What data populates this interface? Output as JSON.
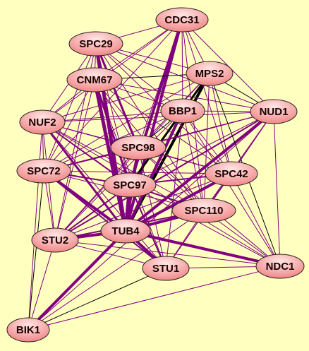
{
  "colors": {
    "background": "#FFFFC0",
    "node_fill_light": "#FFE6E6",
    "node_fill_dark": "#F08080",
    "node_stroke": "#202020",
    "edge_purple": "#800080",
    "edge_black": "#000000"
  },
  "nodes": [
    {
      "id": "CDC31",
      "label": "CDC31"
    },
    {
      "id": "SPC29",
      "label": "SPC29"
    },
    {
      "id": "CNM67",
      "label": "CNM67"
    },
    {
      "id": "MPS2",
      "label": "MPS2"
    },
    {
      "id": "BBP1",
      "label": "BBP1"
    },
    {
      "id": "NUD1",
      "label": "NUD1"
    },
    {
      "id": "NUF2",
      "label": "NUF2"
    },
    {
      "id": "SPC98",
      "label": "SPC98"
    },
    {
      "id": "SPC72",
      "label": "SPC72"
    },
    {
      "id": "SPC42",
      "label": "SPC42"
    },
    {
      "id": "SPC97",
      "label": "SPC97"
    },
    {
      "id": "SPC110",
      "label": "SPC110"
    },
    {
      "id": "STU2",
      "label": "STU2"
    },
    {
      "id": "TUB4",
      "label": "TUB4"
    },
    {
      "id": "STU1",
      "label": "STU1"
    },
    {
      "id": "NDC1",
      "label": "NDC1"
    },
    {
      "id": "BIK1",
      "label": "BIK1"
    }
  ],
  "edges": [
    {
      "source": "TUB4",
      "target": "SPC29",
      "weight": 5,
      "color": "purple"
    },
    {
      "source": "TUB4",
      "target": "CNM67",
      "weight": 5,
      "color": "purple"
    },
    {
      "source": "TUB4",
      "target": "CDC31",
      "weight": 4,
      "color": "purple"
    },
    {
      "source": "TUB4",
      "target": "MPS2",
      "weight": 4,
      "color": "black"
    },
    {
      "source": "TUB4",
      "target": "BBP1",
      "weight": 4,
      "color": "purple"
    },
    {
      "source": "TUB4",
      "target": "NUD1",
      "weight": 4,
      "color": "purple"
    },
    {
      "source": "TUB4",
      "target": "NUF2",
      "weight": 3,
      "color": "purple"
    },
    {
      "source": "TUB4",
      "target": "SPC98",
      "weight": 4,
      "color": "purple"
    },
    {
      "source": "TUB4",
      "target": "SPC72",
      "weight": 4,
      "color": "purple"
    },
    {
      "source": "TUB4",
      "target": "SPC42",
      "weight": 4,
      "color": "purple"
    },
    {
      "source": "TUB4",
      "target": "SPC97",
      "weight": 5,
      "color": "purple"
    },
    {
      "source": "TUB4",
      "target": "SPC110",
      "weight": 4,
      "color": "purple"
    },
    {
      "source": "TUB4",
      "target": "STU2",
      "weight": 4,
      "color": "purple"
    },
    {
      "source": "TUB4",
      "target": "STU1",
      "weight": 4,
      "color": "purple"
    },
    {
      "source": "TUB4",
      "target": "NDC1",
      "weight": 4,
      "color": "purple"
    },
    {
      "source": "TUB4",
      "target": "BIK1",
      "weight": 4,
      "color": "purple"
    },
    {
      "source": "CDC31",
      "target": "SPC97",
      "weight": 4,
      "color": "purple"
    },
    {
      "source": "SPC29",
      "target": "SPC98",
      "weight": 3,
      "color": "purple"
    },
    {
      "source": "CNM67",
      "target": "SPC97",
      "weight": 3,
      "color": "purple"
    },
    {
      "source": "MPS2",
      "target": "SPC97",
      "weight": 3,
      "color": "black"
    },
    {
      "source": "NUF2",
      "target": "SPC97",
      "weight": 2,
      "color": "purple"
    },
    {
      "source": "SPC72",
      "target": "SPC97",
      "weight": 2,
      "color": "purple"
    },
    {
      "source": "STU2",
      "target": "SPC97",
      "weight": 2,
      "color": "purple"
    },
    {
      "source": "NUD1",
      "target": "STU2",
      "weight": 2,
      "color": "purple"
    },
    {
      "source": "STU2",
      "target": "SPC110",
      "weight": 2,
      "color": "purple"
    },
    {
      "source": "SPC97",
      "target": "SPC110",
      "weight": 2,
      "color": "purple"
    },
    {
      "source": "SPC97",
      "target": "SPC42",
      "weight": 2,
      "color": "purple"
    },
    {
      "source": "STU1",
      "target": "SPC97",
      "weight": 2,
      "color": "purple"
    },
    {
      "source": "SPC72",
      "target": "SPC98",
      "weight": 2,
      "color": "purple"
    },
    {
      "source": "SPC72",
      "target": "STU1",
      "weight": 2,
      "color": "purple"
    },
    {
      "source": "CDC31",
      "target": "SPC29",
      "weight": 1,
      "color": "purple"
    },
    {
      "source": "CDC31",
      "target": "CNM67",
      "weight": 1,
      "color": "purple"
    },
    {
      "source": "CDC31",
      "target": "MPS2",
      "weight": 1,
      "color": "purple"
    },
    {
      "source": "CDC31",
      "target": "BBP1",
      "weight": 1,
      "color": "purple"
    },
    {
      "source": "CDC31",
      "target": "NUD1",
      "weight": 1,
      "color": "purple"
    },
    {
      "source": "CDC31",
      "target": "NUF2",
      "weight": 1,
      "color": "purple"
    },
    {
      "source": "CDC31",
      "target": "SPC98",
      "weight": 1,
      "color": "purple"
    },
    {
      "source": "CDC31",
      "target": "SPC72",
      "weight": 1,
      "color": "purple"
    },
    {
      "source": "CDC31",
      "target": "SPC42",
      "weight": 1,
      "color": "purple"
    },
    {
      "source": "CDC31",
      "target": "SPC110",
      "weight": 1,
      "color": "purple"
    },
    {
      "source": "SPC29",
      "target": "CNM67",
      "weight": 1,
      "color": "purple"
    },
    {
      "source": "SPC29",
      "target": "MPS2",
      "weight": 1,
      "color": "purple"
    },
    {
      "source": "SPC29",
      "target": "BBP1",
      "weight": 1,
      "color": "purple"
    },
    {
      "source": "SPC29",
      "target": "NUD1",
      "weight": 1,
      "color": "purple"
    },
    {
      "source": "SPC29",
      "target": "NUF2",
      "weight": 1,
      "color": "purple"
    },
    {
      "source": "SPC29",
      "target": "SPC72",
      "weight": 1,
      "color": "purple"
    },
    {
      "source": "SPC29",
      "target": "SPC42",
      "weight": 1,
      "color": "purple"
    },
    {
      "source": "SPC29",
      "target": "SPC97",
      "weight": 1,
      "color": "purple"
    },
    {
      "source": "SPC29",
      "target": "SPC110",
      "weight": 1,
      "color": "purple"
    },
    {
      "source": "SPC29",
      "target": "STU2",
      "weight": 1,
      "color": "purple"
    },
    {
      "source": "CNM67",
      "target": "MPS2",
      "weight": 1,
      "color": "black"
    },
    {
      "source": "CNM67",
      "target": "BBP1",
      "weight": 1,
      "color": "purple"
    },
    {
      "source": "CNM67",
      "target": "NUD1",
      "weight": 1,
      "color": "purple"
    },
    {
      "source": "CNM67",
      "target": "NUF2",
      "weight": 1,
      "color": "purple"
    },
    {
      "source": "CNM67",
      "target": "SPC98",
      "weight": 1,
      "color": "purple"
    },
    {
      "source": "CNM67",
      "target": "SPC72",
      "weight": 1,
      "color": "purple"
    },
    {
      "source": "CNM67",
      "target": "SPC42",
      "weight": 1,
      "color": "purple"
    },
    {
      "source": "CNM67",
      "target": "SPC110",
      "weight": 1,
      "color": "purple"
    },
    {
      "source": "CNM67",
      "target": "STU2",
      "weight": 1,
      "color": "purple"
    },
    {
      "source": "CNM67",
      "target": "STU1",
      "weight": 1,
      "color": "purple"
    },
    {
      "source": "MPS2",
      "target": "BBP1",
      "weight": 1,
      "color": "black"
    },
    {
      "source": "MPS2",
      "target": "NUD1",
      "weight": 1,
      "color": "black"
    },
    {
      "source": "MPS2",
      "target": "SPC98",
      "weight": 1,
      "color": "purple"
    },
    {
      "source": "MPS2",
      "target": "SPC42",
      "weight": 1,
      "color": "purple"
    },
    {
      "source": "MPS2",
      "target": "SPC110",
      "weight": 1,
      "color": "purple"
    },
    {
      "source": "MPS2",
      "target": "SPC72",
      "weight": 1,
      "color": "purple"
    },
    {
      "source": "MPS2",
      "target": "NUF2",
      "weight": 1,
      "color": "purple"
    },
    {
      "source": "MPS2",
      "target": "STU2",
      "weight": 1,
      "color": "purple"
    },
    {
      "source": "MPS2",
      "target": "NDC1",
      "weight": 1,
      "color": "black"
    },
    {
      "source": "BBP1",
      "target": "NUD1",
      "weight": 1,
      "color": "purple"
    },
    {
      "source": "BBP1",
      "target": "NUF2",
      "weight": 1,
      "color": "purple"
    },
    {
      "source": "BBP1",
      "target": "SPC98",
      "weight": 1,
      "color": "black"
    },
    {
      "source": "BBP1",
      "target": "SPC72",
      "weight": 1,
      "color": "purple"
    },
    {
      "source": "BBP1",
      "target": "SPC42",
      "weight": 1,
      "color": "purple"
    },
    {
      "source": "BBP1",
      "target": "SPC97",
      "weight": 1,
      "color": "black"
    },
    {
      "source": "BBP1",
      "target": "SPC110",
      "weight": 1,
      "color": "purple"
    },
    {
      "source": "BBP1",
      "target": "STU2",
      "weight": 1,
      "color": "purple"
    },
    {
      "source": "BBP1",
      "target": "STU1",
      "weight": 1,
      "color": "purple"
    },
    {
      "source": "BBP1",
      "target": "NDC1",
      "weight": 1,
      "color": "purple"
    },
    {
      "source": "NUD1",
      "target": "NUF2",
      "weight": 1,
      "color": "purple"
    },
    {
      "source": "NUD1",
      "target": "SPC98",
      "weight": 1,
      "color": "purple"
    },
    {
      "source": "NUD1",
      "target": "SPC72",
      "weight": 1,
      "color": "purple"
    },
    {
      "source": "NUD1",
      "target": "SPC42",
      "weight": 1,
      "color": "purple"
    },
    {
      "source": "NUD1",
      "target": "SPC97",
      "weight": 1,
      "color": "purple"
    },
    {
      "source": "NUD1",
      "target": "SPC110",
      "weight": 1,
      "color": "purple"
    },
    {
      "source": "NUD1",
      "target": "STU1",
      "weight": 1,
      "color": "purple"
    },
    {
      "source": "NUD1",
      "target": "NDC1",
      "weight": 1,
      "color": "purple"
    },
    {
      "source": "NUF2",
      "target": "SPC98",
      "weight": 1,
      "color": "purple"
    },
    {
      "source": "NUF2",
      "target": "SPC72",
      "weight": 1,
      "color": "purple"
    },
    {
      "source": "NUF2",
      "target": "SPC42",
      "weight": 1,
      "color": "purple"
    },
    {
      "source": "NUF2",
      "target": "SPC110",
      "weight": 1,
      "color": "purple"
    },
    {
      "source": "NUF2",
      "target": "STU2",
      "weight": 1,
      "color": "purple"
    },
    {
      "source": "NUF2",
      "target": "STU1",
      "weight": 1,
      "color": "purple"
    },
    {
      "source": "NUF2",
      "target": "BIK1",
      "weight": 1,
      "color": "purple"
    },
    {
      "source": "SPC98",
      "target": "SPC97",
      "weight": 1,
      "color": "purple"
    },
    {
      "source": "SPC98",
      "target": "SPC42",
      "weight": 1,
      "color": "purple"
    },
    {
      "source": "SPC98",
      "target": "SPC110",
      "weight": 1,
      "color": "purple"
    },
    {
      "source": "SPC98",
      "target": "STU2",
      "weight": 1,
      "color": "purple"
    },
    {
      "source": "SPC98",
      "target": "STU1",
      "weight": 1,
      "color": "purple"
    },
    {
      "source": "SPC98",
      "target": "NDC1",
      "weight": 1,
      "color": "purple"
    },
    {
      "source": "SPC72",
      "target": "SPC42",
      "weight": 1,
      "color": "purple"
    },
    {
      "source": "SPC72",
      "target": "SPC110",
      "weight": 1,
      "color": "purple"
    },
    {
      "source": "SPC72",
      "target": "STU2",
      "weight": 1,
      "color": "purple"
    },
    {
      "source": "SPC72",
      "target": "BIK1",
      "weight": 1,
      "color": "black"
    },
    {
      "source": "SPC42",
      "target": "SPC110",
      "weight": 1,
      "color": "purple"
    },
    {
      "source": "SPC42",
      "target": "STU2",
      "weight": 1,
      "color": "purple"
    },
    {
      "source": "SPC42",
      "target": "STU1",
      "weight": 1,
      "color": "purple"
    },
    {
      "source": "SPC42",
      "target": "NDC1",
      "weight": 1,
      "color": "purple"
    },
    {
      "source": "SPC97",
      "target": "STU2",
      "weight": 1,
      "color": "purple"
    },
    {
      "source": "SPC97",
      "target": "NDC1",
      "weight": 1,
      "color": "purple"
    },
    {
      "source": "SPC110",
      "target": "STU1",
      "weight": 1,
      "color": "purple"
    },
    {
      "source": "SPC110",
      "target": "NDC1",
      "weight": 1,
      "color": "purple"
    },
    {
      "source": "SPC110",
      "target": "BIK1",
      "weight": 1,
      "color": "purple"
    },
    {
      "source": "STU2",
      "target": "STU1",
      "weight": 1,
      "color": "purple"
    },
    {
      "source": "STU2",
      "target": "NDC1",
      "weight": 1,
      "color": "purple"
    },
    {
      "source": "STU2",
      "target": "BIK1",
      "weight": 1,
      "color": "purple"
    },
    {
      "source": "STU1",
      "target": "NDC1",
      "weight": 1,
      "color": "purple"
    },
    {
      "source": "STU1",
      "target": "BIK1",
      "weight": 1,
      "color": "black"
    },
    {
      "source": "NDC1",
      "target": "BIK1",
      "weight": 1,
      "color": "purple"
    },
    {
      "source": "NUD1",
      "target": "BIK1",
      "weight": 1,
      "color": "purple"
    },
    {
      "source": "NUF2",
      "target": "NDC1",
      "weight": 1,
      "color": "purple"
    }
  ]
}
